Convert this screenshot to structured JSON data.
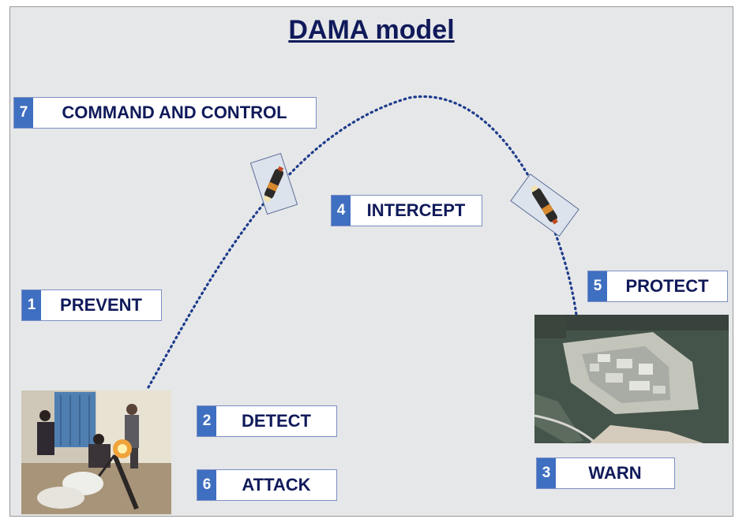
{
  "slide": {
    "title": "DAMA model"
  },
  "steps": [
    {
      "num": "1",
      "label": "PREVENT"
    },
    {
      "num": "2",
      "label": "DETECT"
    },
    {
      "num": "3",
      "label": "WARN"
    },
    {
      "num": "4",
      "label": "INTERCEPT"
    },
    {
      "num": "5",
      "label": "PROTECT"
    },
    {
      "num": "6",
      "label": "ATTACK"
    },
    {
      "num": "7",
      "label": "COMMAND AND CONTROL"
    }
  ],
  "colors": {
    "title": "#101a5a",
    "number_box": "#3f6fc0",
    "trajectory": "#1e3c8c",
    "background": "#e6e7e9"
  },
  "images": [
    {
      "name": "mortar-launch-photo",
      "depicts": "men firing a mortar next to a building"
    },
    {
      "name": "aerial-base-photo",
      "depicts": "aerial view of a military compound"
    },
    {
      "name": "mortar-shell-ascending",
      "depicts": "mortar shell"
    },
    {
      "name": "mortar-shell-descending",
      "depicts": "mortar shell"
    }
  ]
}
